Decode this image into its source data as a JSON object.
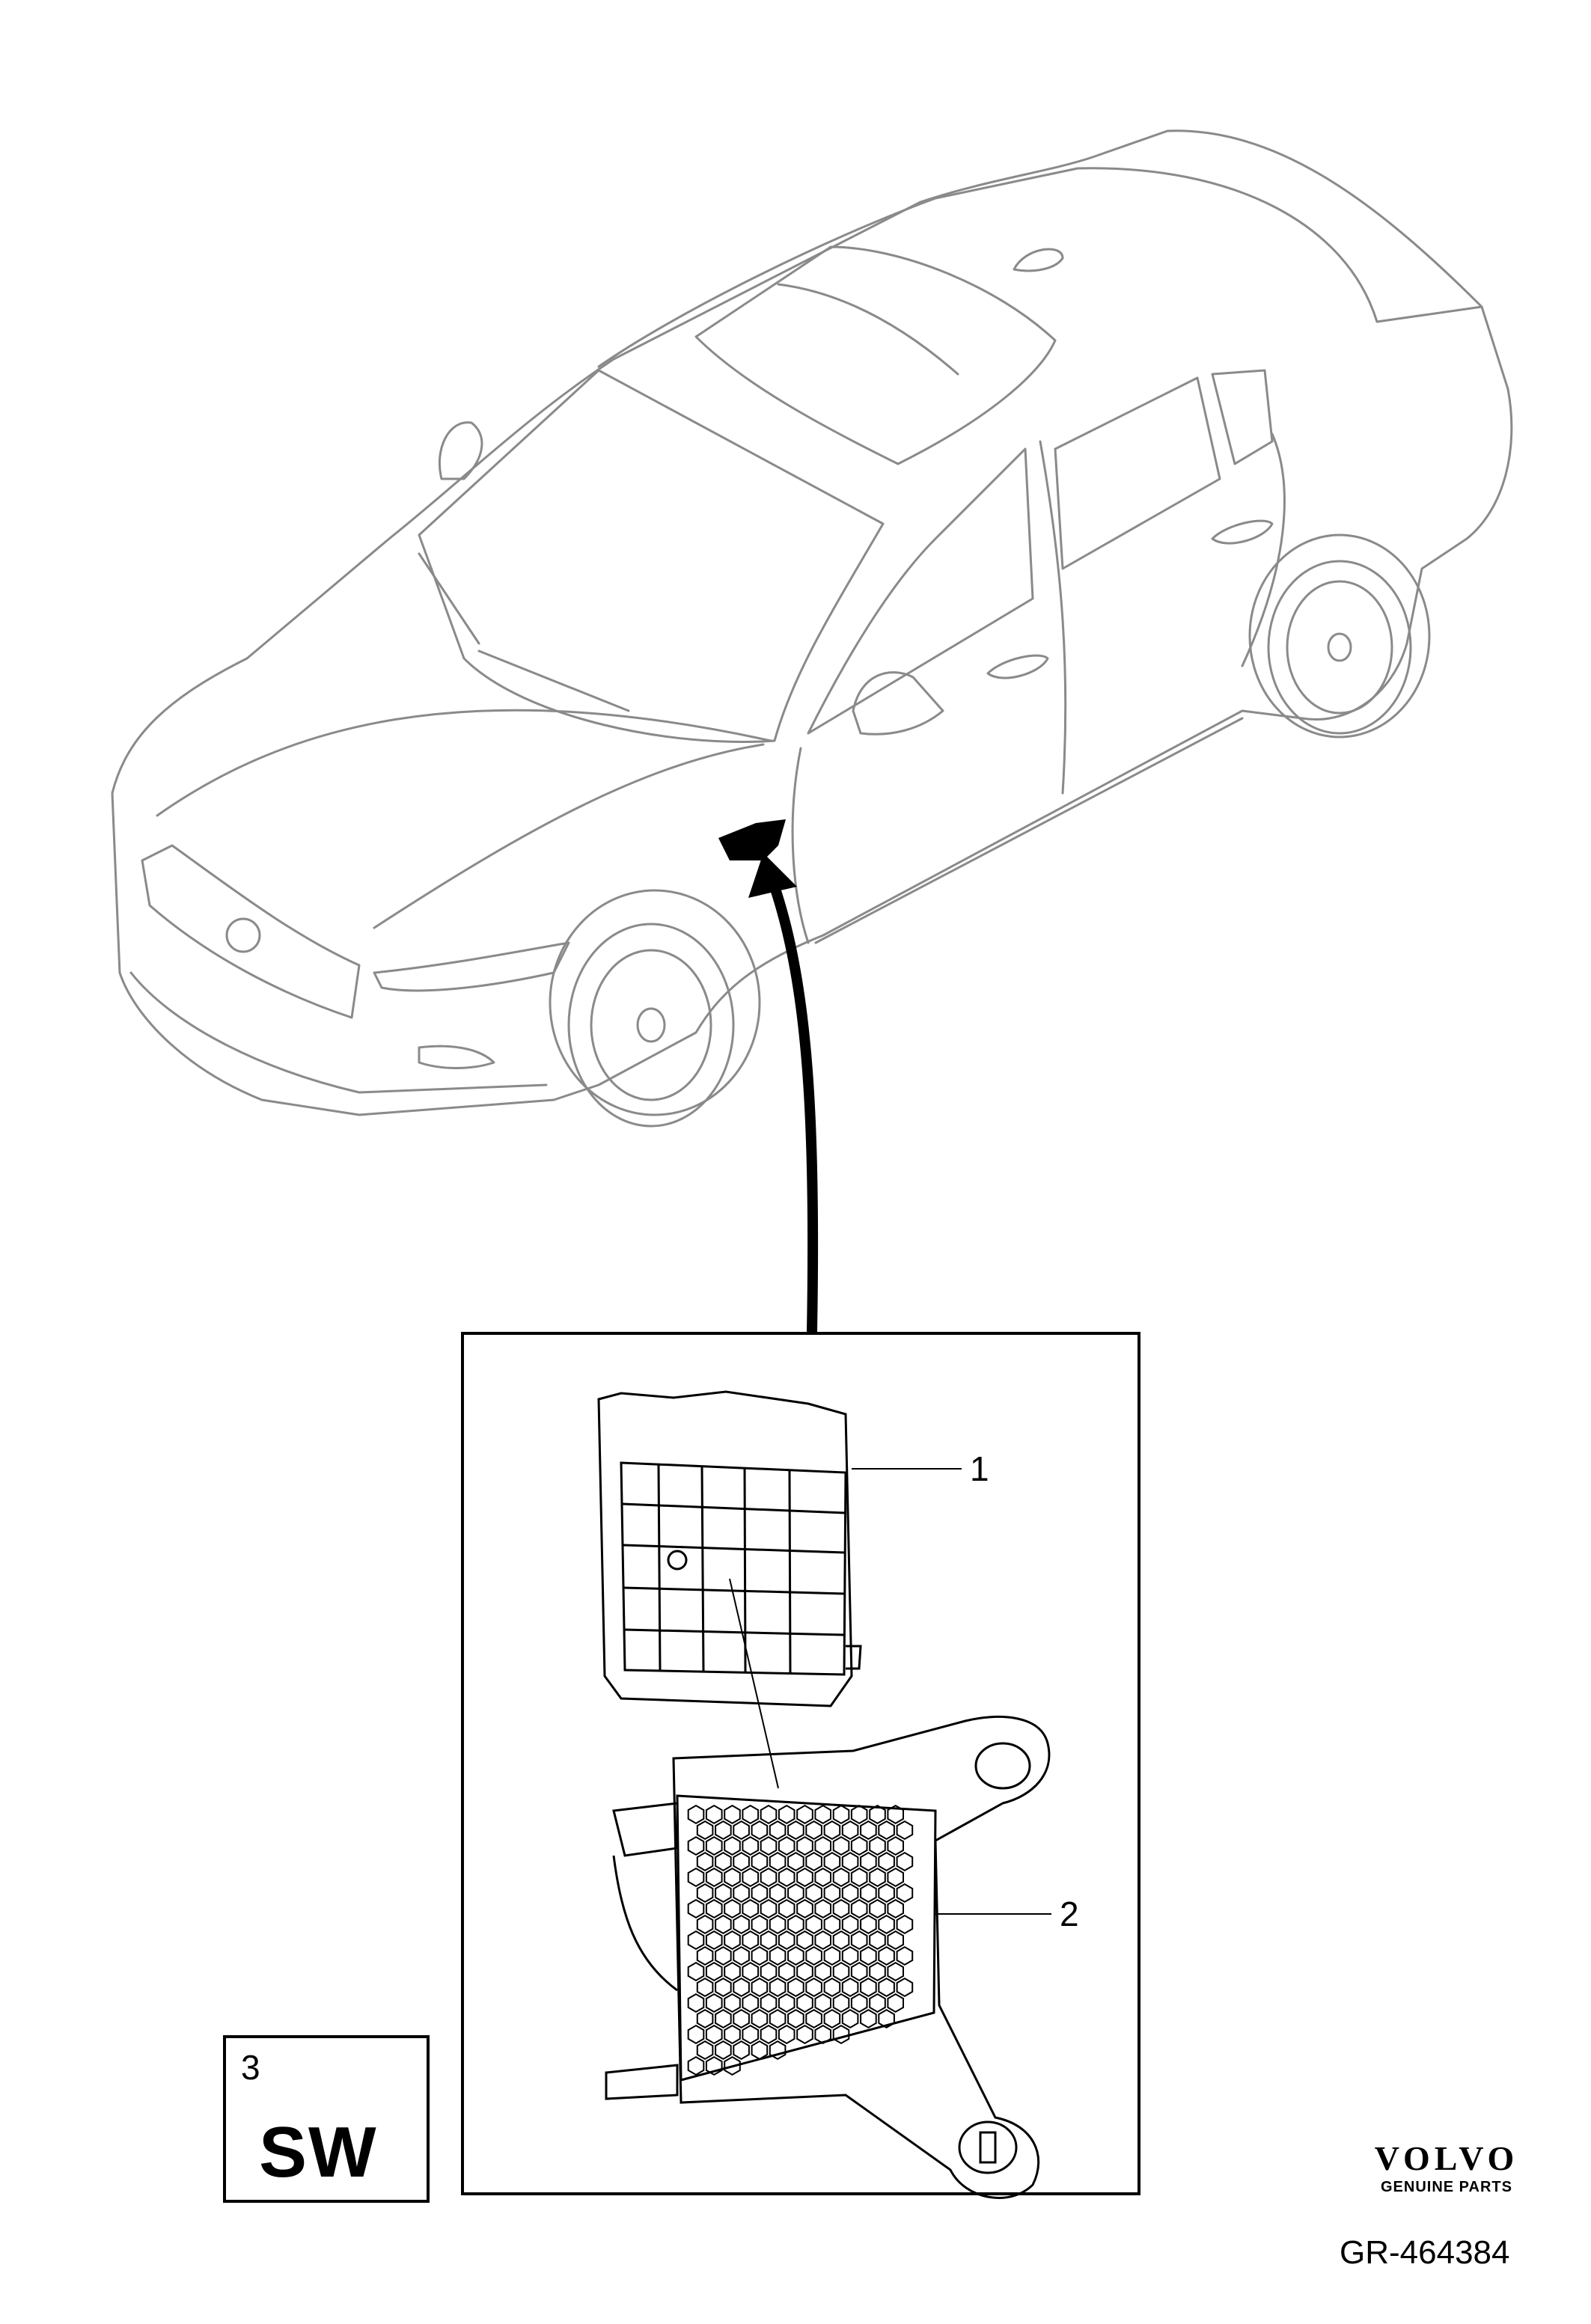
{
  "callouts": {
    "part1": "1",
    "part2": "2"
  },
  "badge": {
    "number": "3",
    "code": "SW"
  },
  "brand": {
    "wordmark": "VOLVO",
    "tagline": "GENUINE PARTS"
  },
  "reference": "GR-464384",
  "colors": {
    "line": "#000000",
    "car_line": "#7a7a7a",
    "background": "#ffffff"
  }
}
